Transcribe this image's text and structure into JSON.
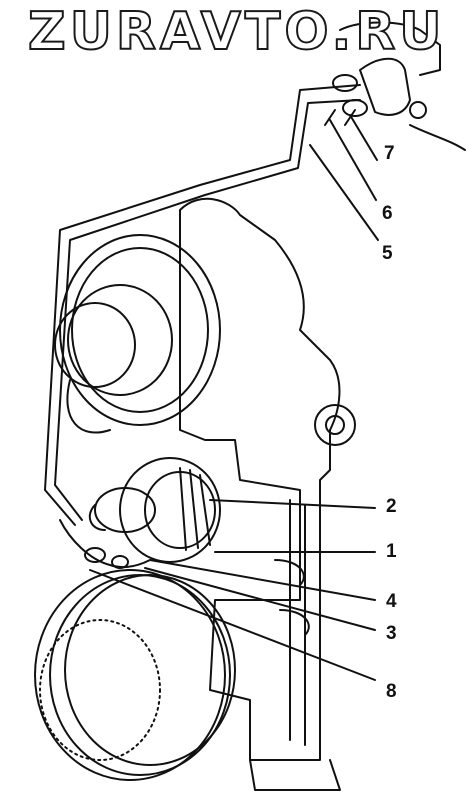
{
  "watermark": {
    "text": "ZURAVTO.RU"
  },
  "callouts": {
    "c1": "1",
    "c2": "2",
    "c3": "3",
    "c4": "4",
    "c5": "5",
    "c6": "6",
    "c7": "7",
    "c8": "8"
  },
  "colors": {
    "ink": "#111111",
    "paper": "#ffffff"
  }
}
